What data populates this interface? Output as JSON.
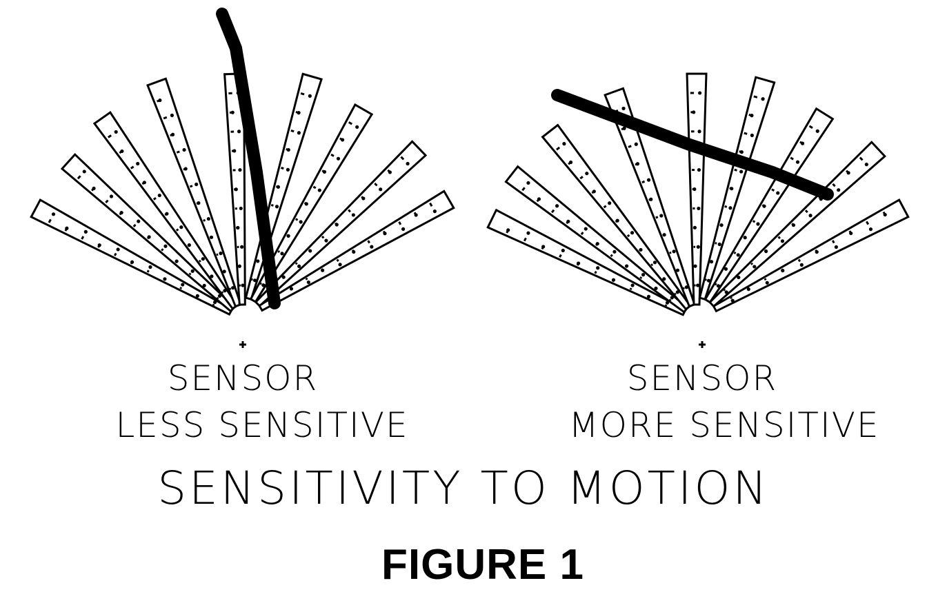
{
  "panels": [
    {
      "sensor_label": "SENSOR",
      "sensitivity_label": "LESS SENSITIVE"
    },
    {
      "sensor_label": "SENSOR",
      "sensitivity_label": "MORE SENSITIVE"
    }
  ],
  "title": "SENSITIVITY TO MOTION",
  "figure_label": "FIGURE 1",
  "colors": {
    "ink": "#000000",
    "background": "#ffffff"
  }
}
